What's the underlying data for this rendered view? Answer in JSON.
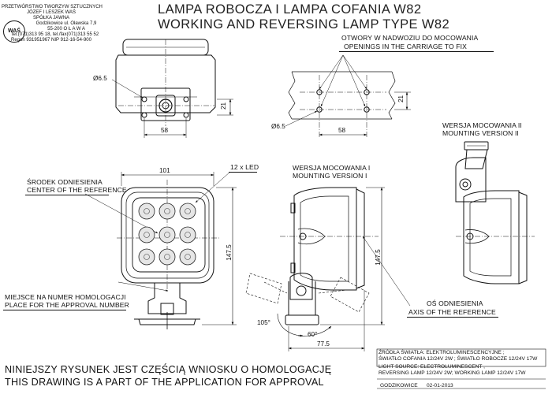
{
  "company": {
    "lines": [
      "PRZETWÓRSTWO TWORZYW SZTUCZNYCH",
      "JÓZEF I LESZEK WAŚ",
      "SPÓŁKA JAWNA",
      "Godzikowice ul. Oławska 7,9",
      "55-200   O Ł A W A",
      "tel.(071)313 95 18, tel./fax(071)313 55 52",
      "Regon 931951967 NIP 912-16-54-900"
    ],
    "logo_text": "WAŚ"
  },
  "title": {
    "pl": "LAMPA ROBOCZA I LAMPA COFANIA W82",
    "en": "WORKING AND REVERSING LAMP TYPE W82"
  },
  "labels": {
    "holes_pl": "OTWORY W NADWOZIU DO MOCOWANIA",
    "holes_en": "OPENINGS IN THE CARRIAGE TO FIX",
    "center_pl": "ŚRODEK ODNIESIENIA",
    "center_en": "CENTER OF THE REFERENCE",
    "homolog_pl": "MIEJSCE NA NUMER HOMOLOGACJI",
    "homolog_en": "PLACE FOR THE APPROVAL NUMBER",
    "leds": "12 x LED",
    "mount1_pl": "WERSJA MOCOWANIA I",
    "mount1_en": "MOUNTING VERSION I",
    "mount2_pl": "WERSJA MOCOWANIA II",
    "mount2_en": "MOUNTING VERSION II",
    "axis_pl": "OŚ ODNIESIENIA",
    "axis_en": "AXIS OF THE REFERENCE"
  },
  "dimensions": {
    "hole_diameter_top": "Ø6.5",
    "hole_diameter_holes": "Ø6.5",
    "spacing_top": "58",
    "height_top": "21",
    "spacing_holes": "58",
    "height_holes": "21",
    "front_width": "101",
    "front_height": "147.5",
    "side_height": "147.5",
    "angle_tilt": "105°",
    "angle_swivel": "60°",
    "side_depth": "77.5"
  },
  "notes": {
    "source_pl_1": "ŹRÓDŁA ŚWIATŁA: ELEKTROLUMINESCENCYJNE ;",
    "source_pl_2": "ŚWIATŁO COFANIA  12/24V  2W ; ŚWIATŁO ROBOCZE 12/24V 17W",
    "source_en_1": "LIGHT SOURCE: ELECTROLUMINESCENT ,",
    "source_en_2": "REVERSING LAMP  12/24V  2W; WORKING LAMP  12/24V  17W"
  },
  "footer": {
    "pl": "NINIEJSZY RYSUNEK JEST CZĘŚCIĄ WNIOSKU O  HOMOLOGACJĘ",
    "en": "THIS DRAWING IS A PART OF THE APPLICATION FOR  APPROVAL",
    "place": "GODZIKOWICE",
    "date": "02-01-2013"
  }
}
